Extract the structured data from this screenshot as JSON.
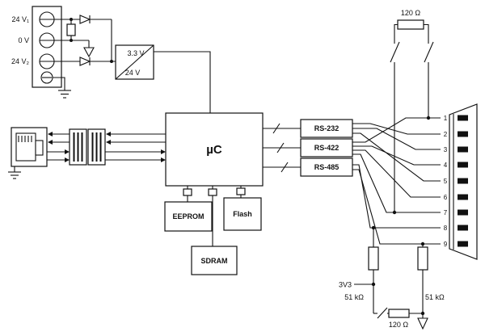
{
  "diagram": {
    "power": {
      "terminals": [
        "24 V₁",
        "0 V",
        "24 V₂"
      ]
    },
    "converter": {
      "output": "3.3 V",
      "input": "24 V"
    },
    "mcu": "µC",
    "memory": {
      "eeprom": "EEPROM",
      "flash": "Flash",
      "sdram": "SDRAM"
    },
    "interfaces": [
      "RS-232",
      "RS-422",
      "RS-485"
    ],
    "dsub_pins": [
      "1",
      "2",
      "3",
      "4",
      "5",
      "6",
      "7",
      "8",
      "9"
    ],
    "termination": {
      "top": "120 Ω",
      "supply": "3V3",
      "bias_left": "51 kΩ",
      "bias_right": "51 kΩ",
      "bottom": "120 Ω"
    }
  }
}
